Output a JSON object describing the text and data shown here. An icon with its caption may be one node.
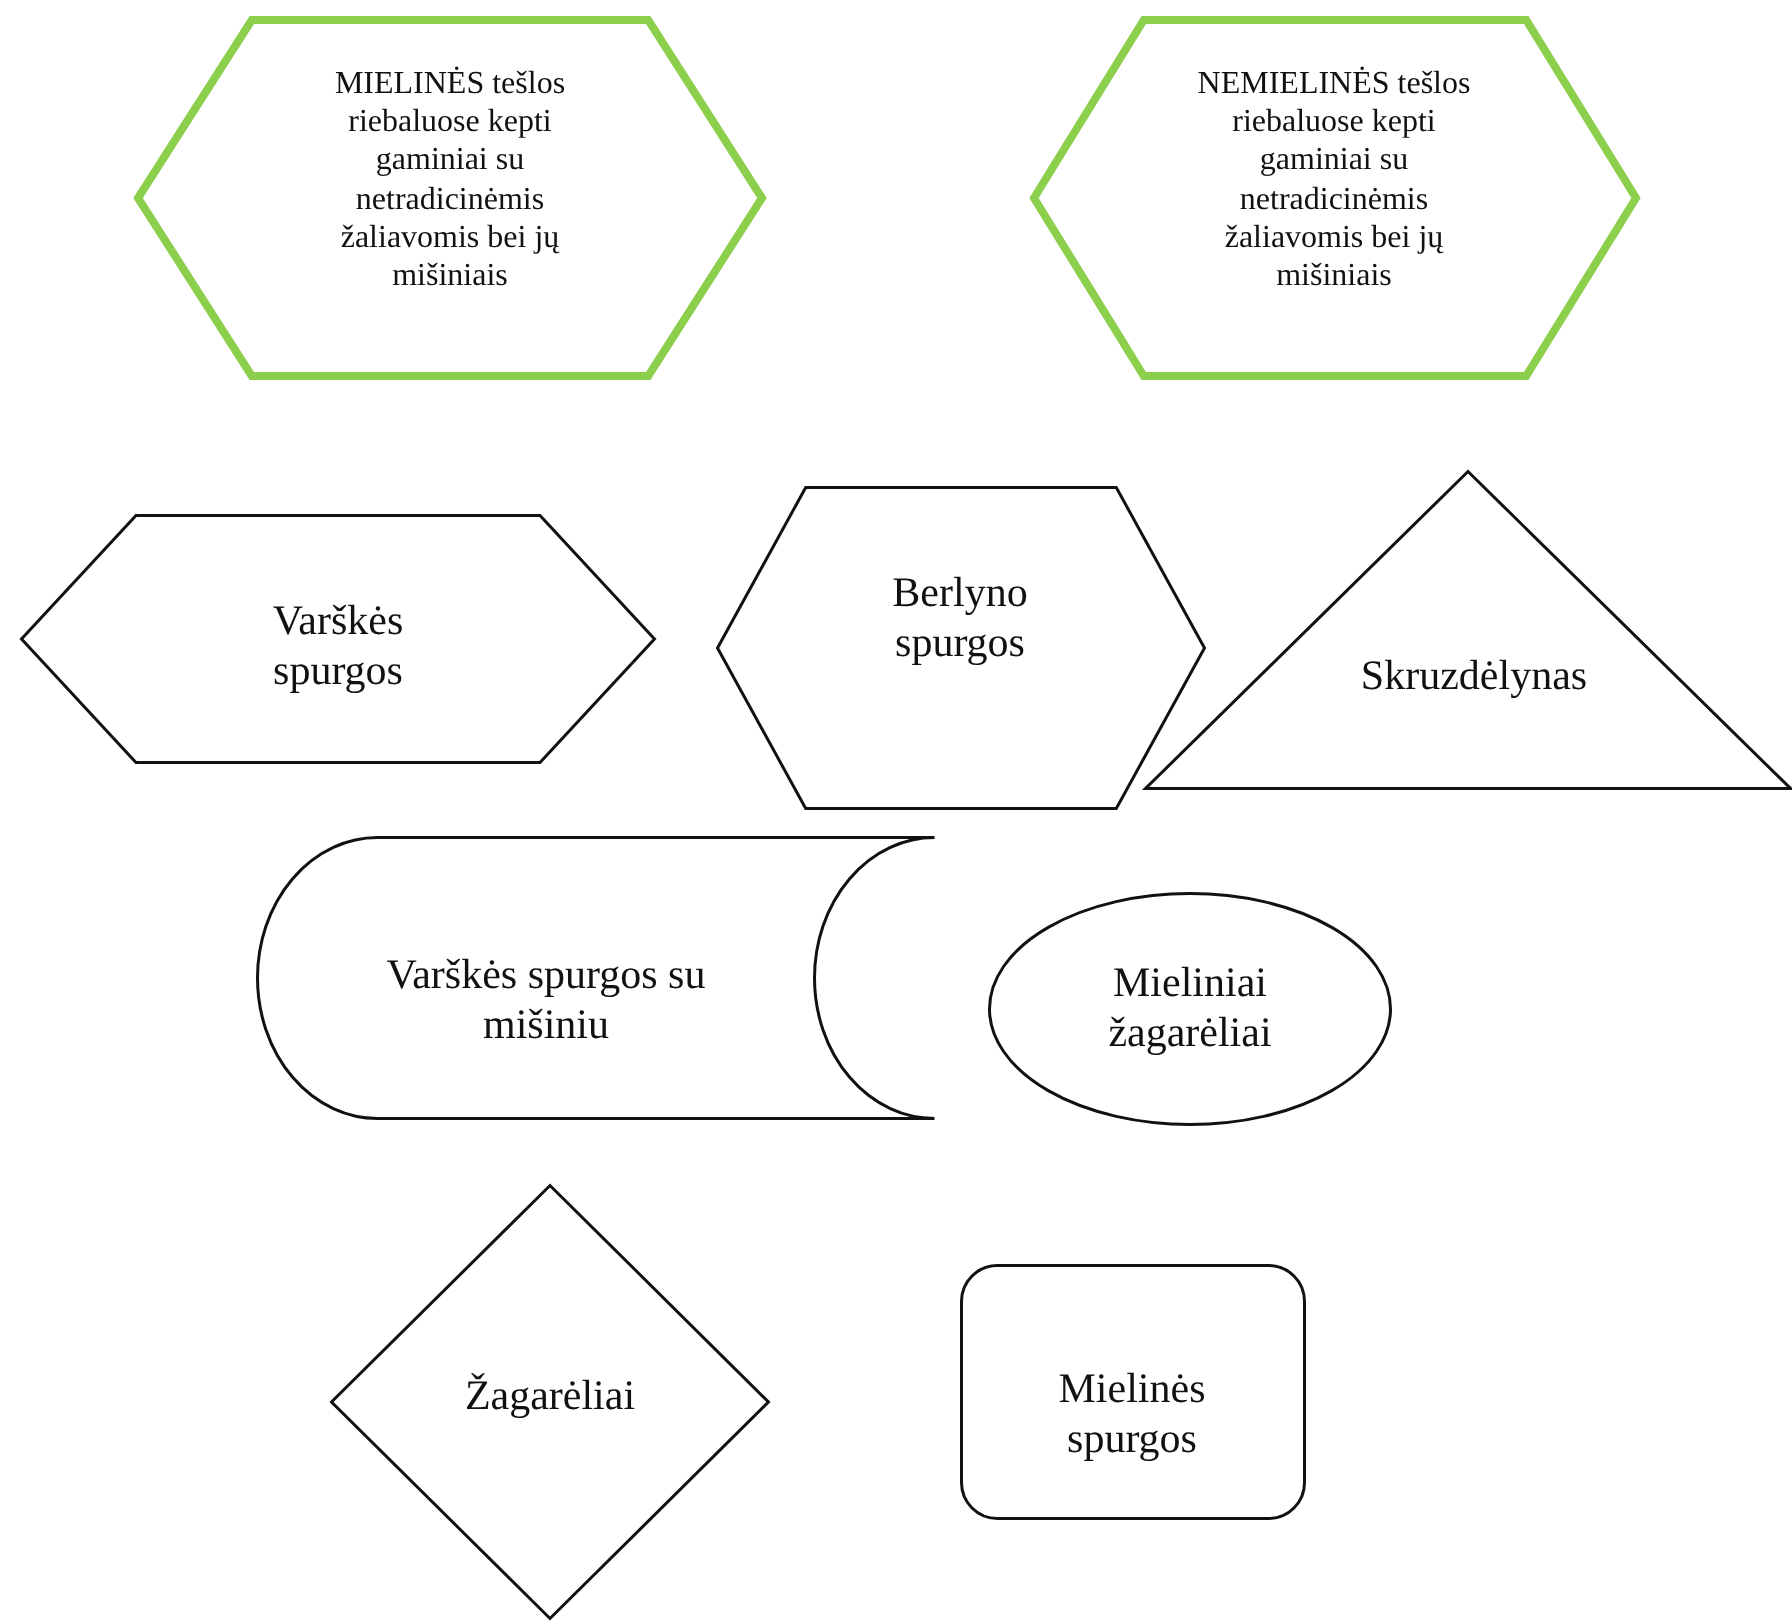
{
  "diagram": {
    "nodes": [
      {
        "text": [
          "MIELINĖS tešlos riebaluose kepti gaminiai su netradicinėmis žaliavomis bei jų mišiniais"
        ]
      },
      {
        "text": [
          "NEMIELINĖS tešlos riebaluose kepti gaminiai su netradicinėmis žaliavomis bei jų mišiniais"
        ]
      },
      {
        "text": [
          "Varškės spurgos"
        ]
      },
      {
        "text": [
          "Berlyno spurgos"
        ]
      },
      {
        "text": [
          "Skruzdėlynas"
        ]
      },
      {
        "text": [
          "Varškės spurgos su mišiniu"
        ]
      },
      {
        "text": [
          "Mieliniai žagarėliai"
        ]
      },
      {
        "text": [
          "Žagarėliai"
        ]
      },
      {
        "text": [
          "Mielinės spurgos"
        ]
      }
    ]
  }
}
